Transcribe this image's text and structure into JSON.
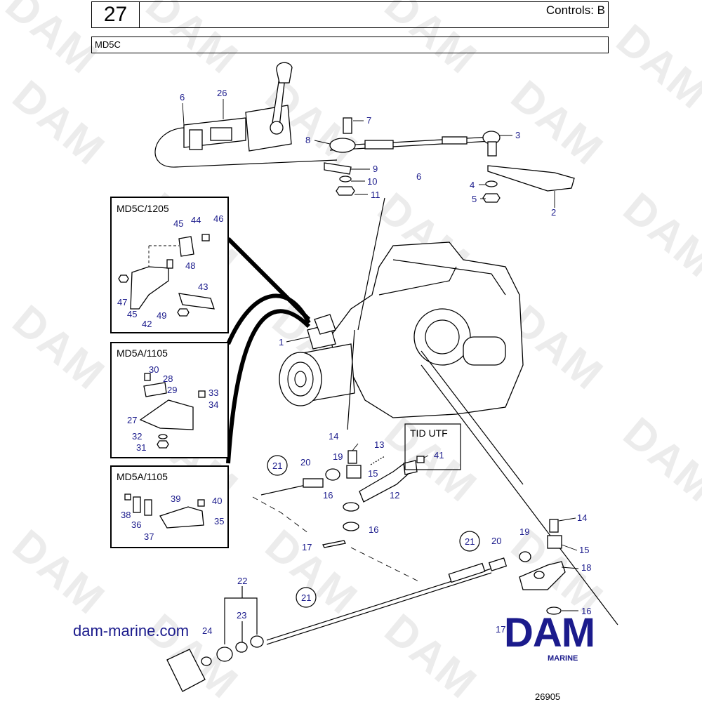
{
  "header": {
    "page_number": "27",
    "title": "Controls: B",
    "model": "MD5C"
  },
  "insets": [
    {
      "title": "MD5C/1205"
    },
    {
      "title": "MD5A/1105"
    },
    {
      "title": "MD5A/1105"
    }
  ],
  "tid_box": "TID UTF",
  "brand": {
    "link": "dam-marine.com",
    "logo": "DAM",
    "logo_sub": "MARINE"
  },
  "watermark": "DAM",
  "drawing_number": "26905",
  "part_labels": {
    "p1": "1",
    "p2": "2",
    "p3": "3",
    "p4": "4",
    "p5": "5",
    "p6a": "6",
    "p6b": "6",
    "p7": "7",
    "p8": "8",
    "p9": "9",
    "p10": "10",
    "p11": "11",
    "p12": "12",
    "p13": "13",
    "p14a": "14",
    "p14b": "14",
    "p15a": "15",
    "p15b": "15",
    "p16a": "16",
    "p16b": "16",
    "p16c": "16",
    "p17a": "17",
    "p17b": "17",
    "p18": "18",
    "p19a": "19",
    "p19b": "19",
    "p20a": "20",
    "p20b": "20",
    "p21a": "21",
    "p21b": "21",
    "p21c": "21",
    "p22": "22",
    "p23": "23",
    "p24": "24",
    "p26": "26",
    "p27": "27",
    "p28": "28",
    "p29": "29",
    "p30": "30",
    "p31": "31",
    "p32": "32",
    "p33": "33",
    "p34": "34",
    "p35": "35",
    "p36": "36",
    "p37": "37",
    "p38": "38",
    "p39": "39",
    "p40": "40",
    "p41": "41",
    "p42": "42",
    "p43": "43",
    "p44": "44",
    "p45a": "45",
    "p45b": "45",
    "p46": "46",
    "p47": "47",
    "p48": "48",
    "p49": "49"
  }
}
